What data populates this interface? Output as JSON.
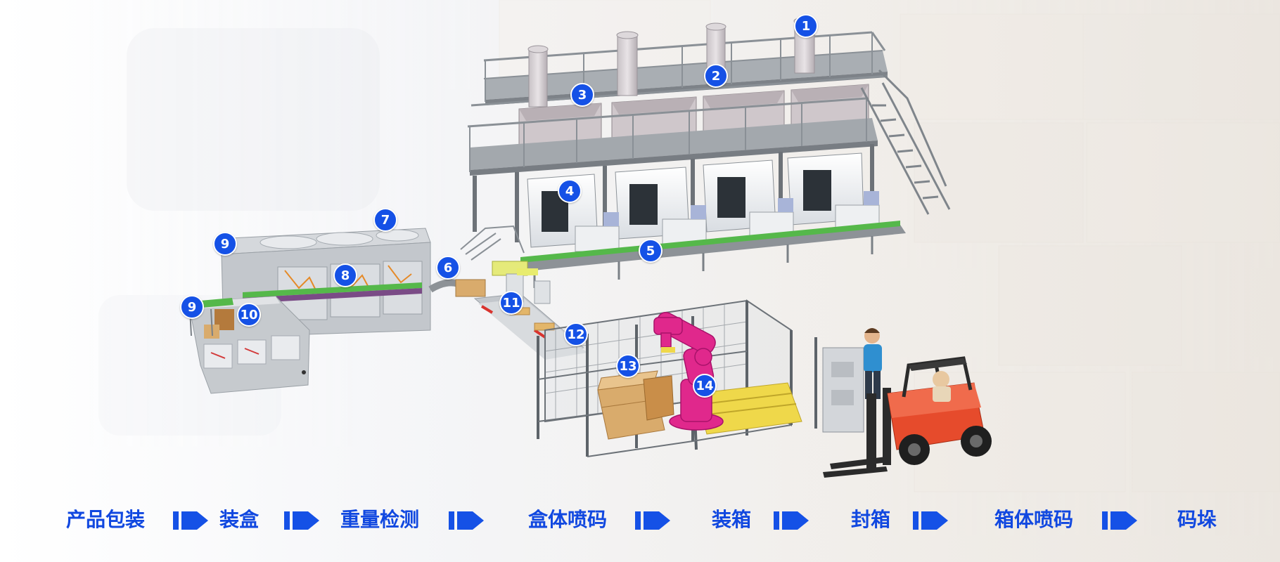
{
  "markers": [
    "1",
    "2",
    "3",
    "4",
    "5",
    "6",
    "7",
    "8",
    "9",
    "9",
    "10",
    "11",
    "12",
    "13",
    "14"
  ],
  "process_steps": [
    "产品包装",
    "装盒",
    "重量检测",
    "盒体喷码",
    "装箱",
    "封箱",
    "箱体喷码",
    "码垛"
  ],
  "colors": {
    "accent": "#1551e6",
    "label": "#1148e0",
    "robot": "#e0288c",
    "forklift": "#e64b2c",
    "frame": "#8a9096",
    "machine": "#c9cdd3",
    "cardboard": "#d9ab6c",
    "operator_shirt": "#2f8fd0"
  },
  "icons": [
    "flow-arrow-icon",
    "operator-icon",
    "forklift-icon",
    "robot-arm-icon"
  ]
}
